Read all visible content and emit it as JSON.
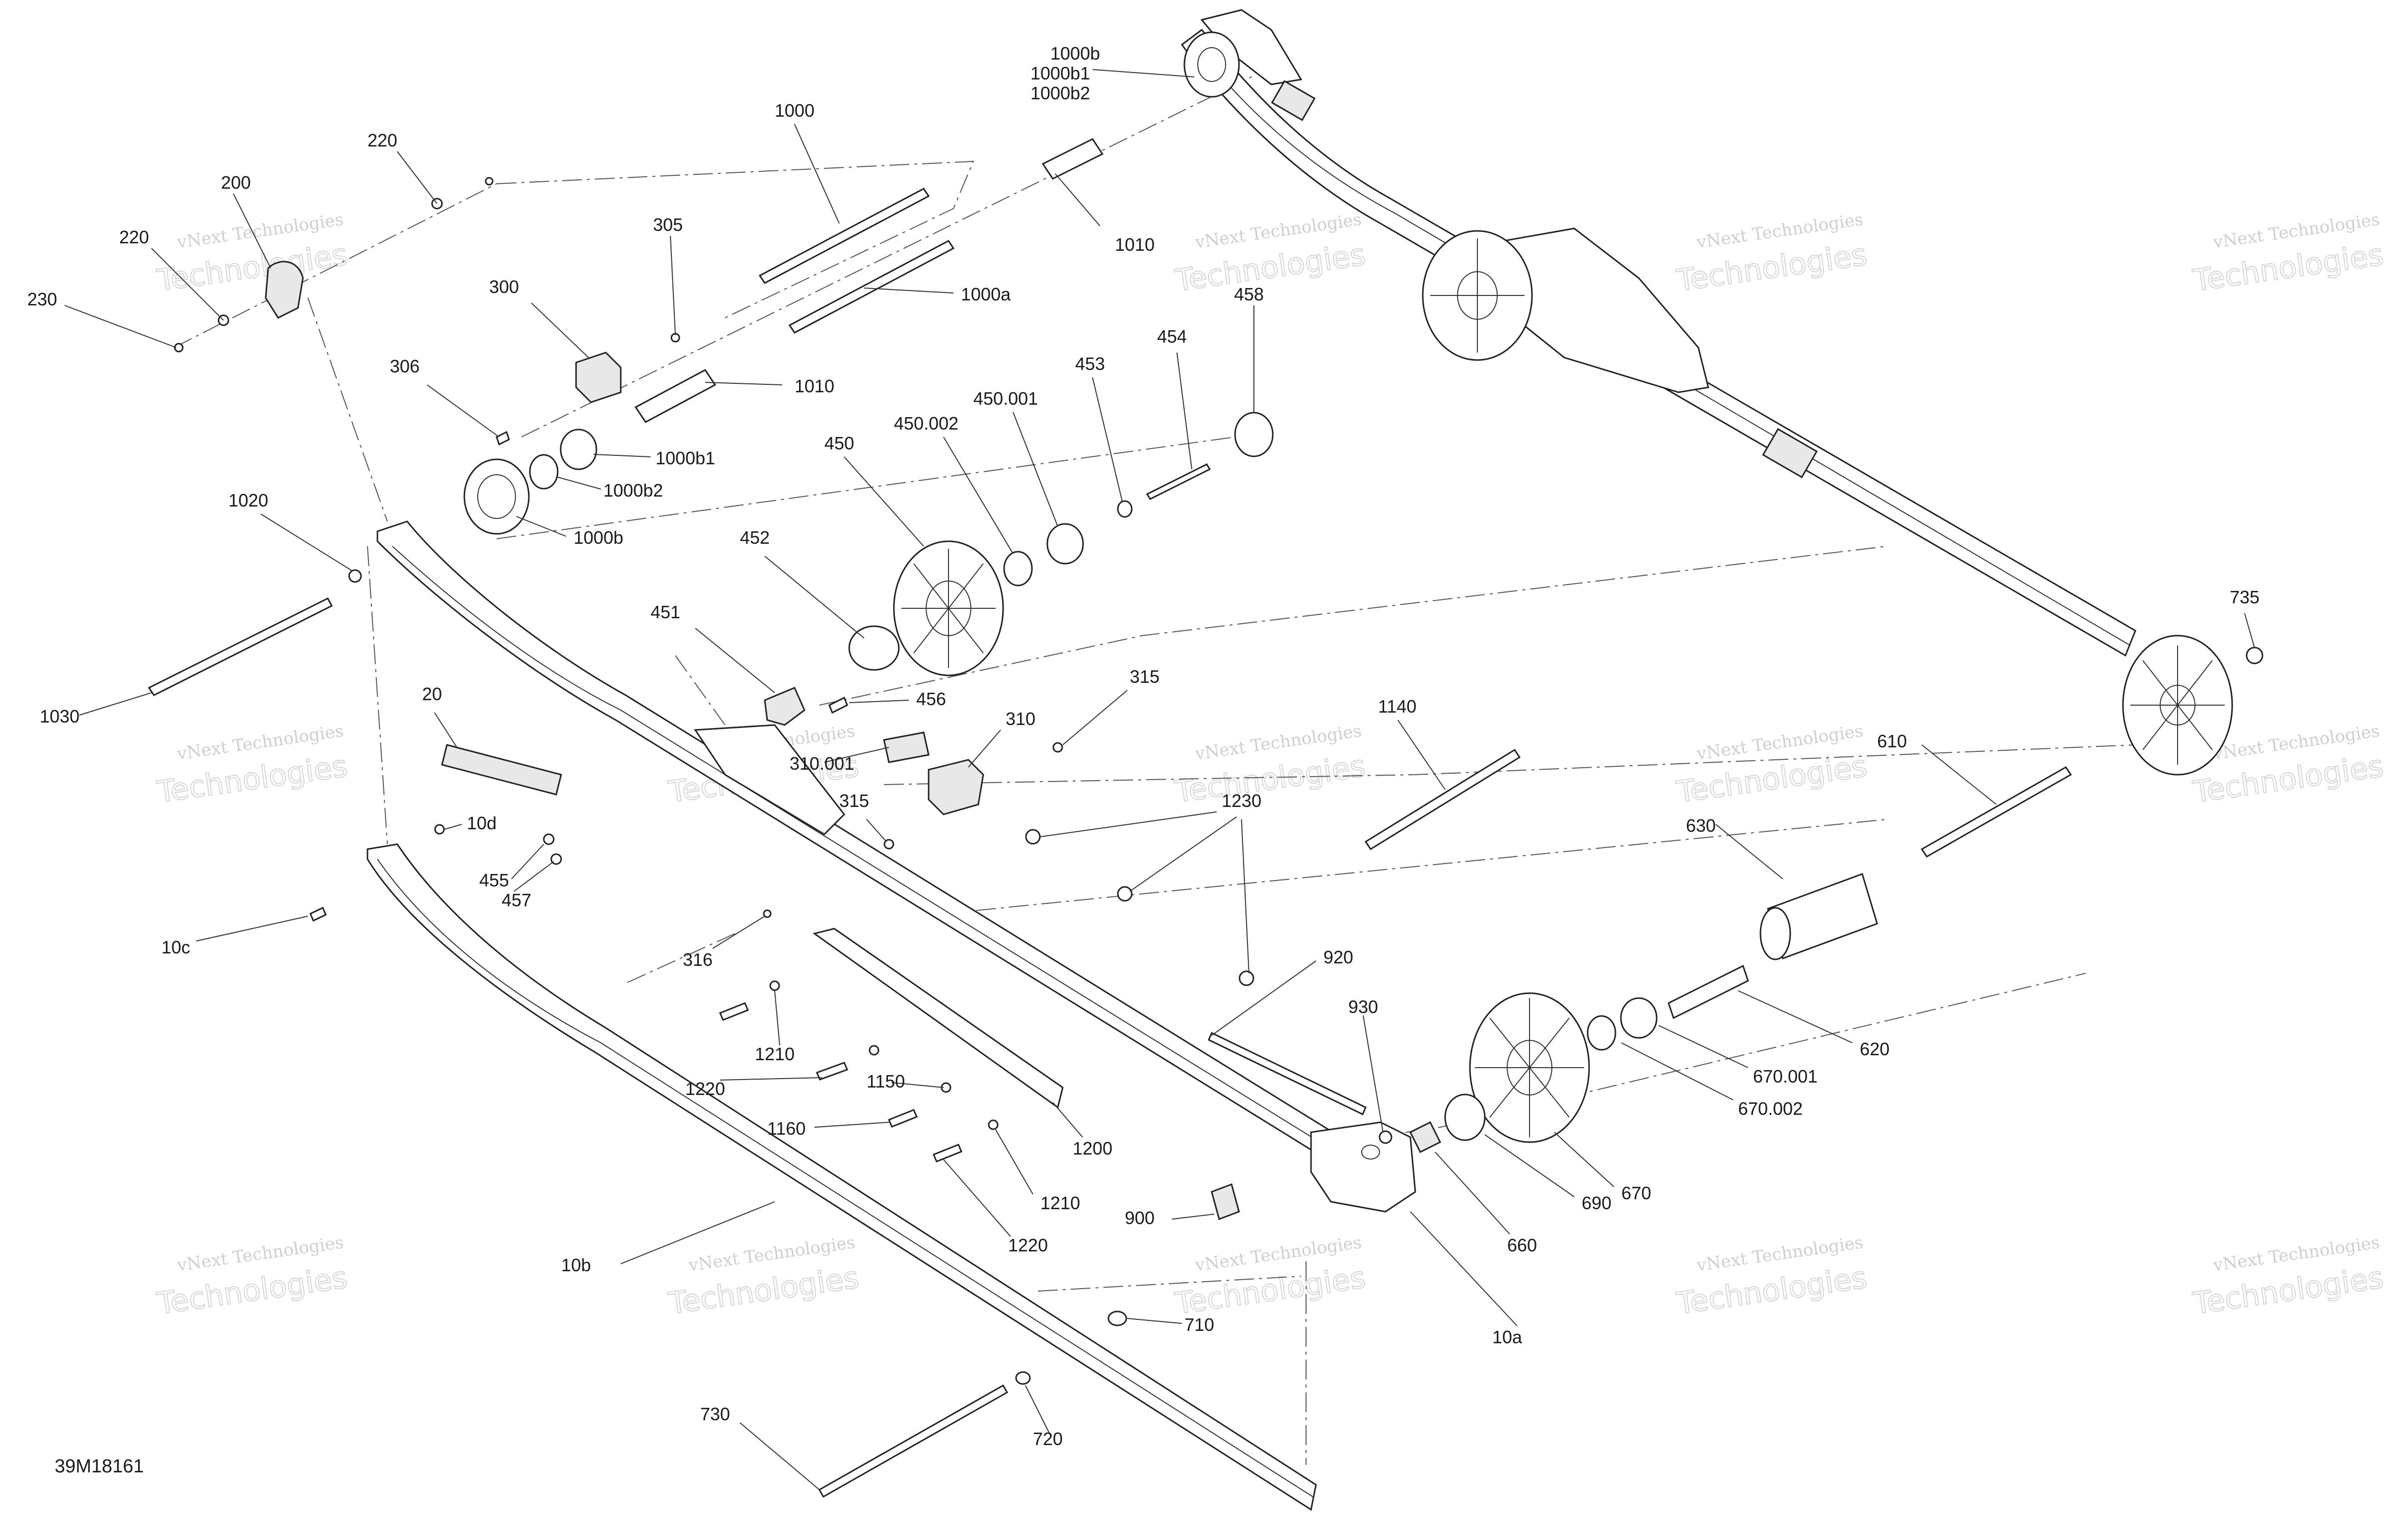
{
  "diagram": {
    "drawing_number": "39M18161",
    "watermark_line1": "vNext Technologies",
    "watermark_line2": "Technologies",
    "part_labels": [
      "1000b",
      "1000b1",
      "1000b2",
      "1000",
      "220",
      "200",
      "220",
      "230",
      "305",
      "300",
      "1000a",
      "1010",
      "1010",
      "306",
      "1000b1",
      "1000b2",
      "1000b",
      "1020",
      "458",
      "454",
      "453",
      "450.001",
      "450.002",
      "450",
      "452",
      "451",
      "456",
      "1030",
      "20",
      "10d",
      "455",
      "457",
      "10c",
      "315",
      "310",
      "310.001",
      "315",
      "316",
      "1230",
      "1140",
      "610",
      "735",
      "630",
      "920",
      "930",
      "620",
      "670.001",
      "670.002",
      "670",
      "690",
      "660",
      "1210",
      "1220",
      "1150",
      "1160",
      "1200",
      "1210",
      "1220",
      "900",
      "10a",
      "10b",
      "710",
      "720",
      "730"
    ]
  }
}
